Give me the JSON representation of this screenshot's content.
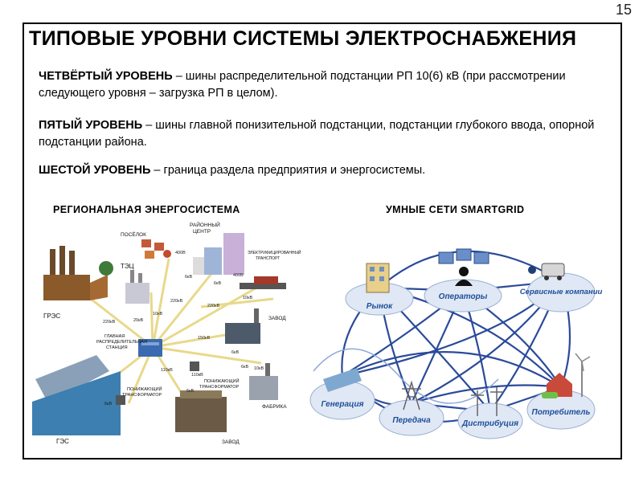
{
  "page_number": "15",
  "title": "ТИПОВЫЕ УРОВНИ СИСТЕМЫ ЭЛЕКТРОСНАБЖЕНИЯ",
  "levels": [
    {
      "term": "ЧЕТВЁРТЫЙ УРОВЕНЬ",
      "text": " – шины распределительной подстанции РП 10(6) кВ (при рассмотрении следующего уровня – загрузка РП в целом)."
    },
    {
      "term": "ПЯТЫЙ УРОВЕНЬ",
      "text": " – шины главной понизительной подстанции, подстанции глубокого ввода, опорной подстанции района."
    },
    {
      "term": "ШЕСТОЙ УРОВЕНЬ",
      "text": " – граница раздела предприятия и энергосистемы."
    }
  ],
  "left_diagram": {
    "title": "РЕГИОНАЛЬНАЯ ЭНЕРГОСИСТЕМА",
    "labels": {
      "village": "ПОСЁЛОК",
      "district_center_1": "РАЙОННЫЙ",
      "district_center_2": "ЦЕНТР",
      "electric_transport_1": "ЭЛЕКТРИФИЦИРОВАННЫЙ",
      "electric_transport_2": "ТРАНСПОРТ",
      "tec": "ТЭЦ",
      "gres": "ГРЭС",
      "main_substation_1": "ГЛАВНАЯ",
      "main_substation_2": "РАСПРЕДЕЛИТЕЛЬНАЯ",
      "main_substation_3": "СТАНЦИЯ",
      "plant_top": "ЗАВОД",
      "plant_bottom": "ЗАВОД",
      "factory": "ФАБРИКА",
      "hes": "ГЭС",
      "step_down_left_1": "ПОНИЖАЮЩИЙ",
      "step_down_left_2": "ТРАНСФОРМАТОР",
      "step_down_right_1": "ПОНИЖАЮЩИЙ",
      "step_down_right_2": "ТРАНСФОРМАТОР",
      "v400a": "400В",
      "v400b": "400В",
      "v6a": "6кВ",
      "v6b": "6кВ",
      "v6c": "6кВ",
      "v6d": "6кВ",
      "v6e": "6кВ",
      "v6f": "6кВ",
      "v10a": "10кВ",
      "v10b": "10кВ",
      "v10c": "10кВ",
      "v20": "20кВ",
      "v110a": "110кВ",
      "v110b": "110кВ",
      "v150": "150кВ",
      "v220a": "220кВ",
      "v220b": "220кВ",
      "v220c": "220кВ"
    }
  },
  "right_diagram": {
    "title": "УМНЫЕ СЕТИ SMARTGRID",
    "nodes": {
      "market": "Рынок",
      "operators": "Операторы",
      "service": "Сервисные компании",
      "generation": "Генерация",
      "transmission": "Передача",
      "distribution": "Дистрибуция",
      "consumer": "Потребитель"
    }
  },
  "colors": {
    "frame": "#000000",
    "line_blue": "#2b4a9a",
    "line_yellow": "#e8d87a",
    "node_text": "#1f4e9a"
  }
}
